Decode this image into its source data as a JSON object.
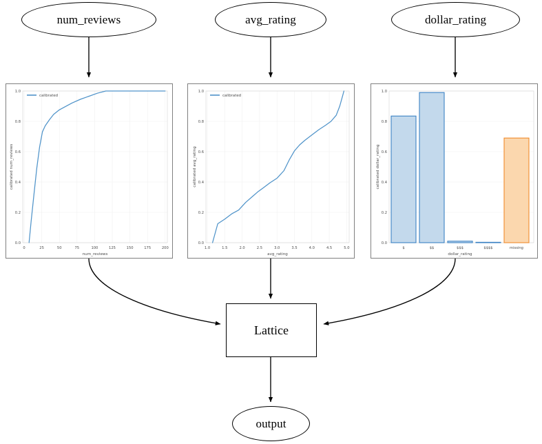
{
  "diagram": {
    "type": "calibrated-lattice-model-graph",
    "input_nodes": [
      {
        "id": "num_reviews",
        "label": "num_reviews"
      },
      {
        "id": "avg_rating",
        "label": "avg_rating"
      },
      {
        "id": "dollar_rating",
        "label": "dollar_rating"
      }
    ],
    "combiner": {
      "id": "lattice",
      "label": "Lattice"
    },
    "output_node": {
      "id": "output",
      "label": "output"
    },
    "edge_color": "#000000"
  },
  "chart_data": [
    {
      "type": "line",
      "title": "",
      "xlabel": "num_reviews",
      "ylabel": "calibrated num_reviews",
      "legend": [
        "calibrated"
      ],
      "legend_position": "upper left",
      "grid": true,
      "xlim": [
        0,
        205
      ],
      "ylim": [
        -0.03,
        1.03
      ],
      "xticks": [
        0,
        25,
        50,
        75,
        100,
        125,
        150,
        175,
        200
      ],
      "xtick_labels": [
        "0",
        "25",
        "50",
        "75",
        "100",
        "125",
        "150",
        "175",
        "200"
      ],
      "yticks": [
        0.0,
        0.2,
        0.4,
        0.6,
        0.8,
        1.0
      ],
      "ytick_labels": [
        "0.0",
        "0.2",
        "0.4",
        "0.6",
        "0.8",
        "1.0"
      ],
      "series": [
        {
          "name": "calibrated",
          "color": "#4f93c9",
          "x": [
            7,
            10,
            14,
            18,
            22,
            26,
            30,
            36,
            42,
            50,
            58,
            68,
            80,
            92,
            104,
            116,
            130,
            150,
            175,
            200
          ],
          "y": [
            0.0,
            0.14,
            0.32,
            0.49,
            0.63,
            0.73,
            0.77,
            0.81,
            0.845,
            0.875,
            0.895,
            0.92,
            0.945,
            0.965,
            0.985,
            1.0,
            1.0,
            1.0,
            1.0,
            1.0
          ]
        }
      ]
    },
    {
      "type": "line",
      "title": "",
      "xlabel": "avg_rating",
      "ylabel": "calibrated avg_rating",
      "legend": [
        "calibrated"
      ],
      "legend_position": "upper left",
      "grid": true,
      "xlim": [
        1.0,
        5.0
      ],
      "ylim": [
        -0.03,
        1.03
      ],
      "xticks": [
        1.0,
        1.5,
        2.0,
        2.5,
        3.0,
        3.5,
        4.0,
        4.5,
        5.0
      ],
      "xtick_labels": [
        "1.0",
        "1.5",
        "2.0",
        "2.5",
        "3.0",
        "3.5",
        "4.0",
        "4.5",
        "5.0"
      ],
      "yticks": [
        0.0,
        0.2,
        0.4,
        0.6,
        0.8,
        1.0
      ],
      "ytick_labels": [
        "0.0",
        "0.2",
        "0.4",
        "0.6",
        "0.8",
        "1.0"
      ],
      "series": [
        {
          "name": "calibrated",
          "color": "#4f93c9",
          "x": [
            1.15,
            1.3,
            1.5,
            1.7,
            1.9,
            2.1,
            2.3,
            2.45,
            2.6,
            2.8,
            3.0,
            3.2,
            3.35,
            3.5,
            3.65,
            3.8,
            4.0,
            4.2,
            4.4,
            4.55,
            4.7,
            4.8,
            4.88,
            4.92
          ],
          "y": [
            0.0,
            0.125,
            0.155,
            0.19,
            0.215,
            0.265,
            0.305,
            0.335,
            0.36,
            0.395,
            0.425,
            0.475,
            0.545,
            0.605,
            0.645,
            0.675,
            0.71,
            0.745,
            0.775,
            0.8,
            0.84,
            0.9,
            0.965,
            1.0
          ]
        }
      ]
    },
    {
      "type": "bar",
      "title": "",
      "xlabel": "dollar_rating",
      "ylabel": "calibrated dollar_rating",
      "legend": [],
      "grid": true,
      "ylim": [
        -0.02,
        1.04
      ],
      "yticks": [
        0.0,
        0.2,
        0.4,
        0.6,
        0.8,
        1.0
      ],
      "ytick_labels": [
        "0.0",
        "0.2",
        "0.4",
        "0.6",
        "0.8",
        "1.0"
      ],
      "categories": [
        "$",
        "$$",
        "$$$",
        "$$$$",
        "missing"
      ],
      "values": [
        0.835,
        0.99,
        0.01,
        0.0,
        0.69
      ],
      "bar_colors": [
        "#c3d9ec",
        "#c3d9ec",
        "#c3d9ec",
        "#c3d9ec",
        "#fbd7ae"
      ],
      "bar_edge_colors": [
        "#3b82c4",
        "#3b82c4",
        "#3b82c4",
        "#3b82c4",
        "#f08a2c"
      ]
    }
  ]
}
